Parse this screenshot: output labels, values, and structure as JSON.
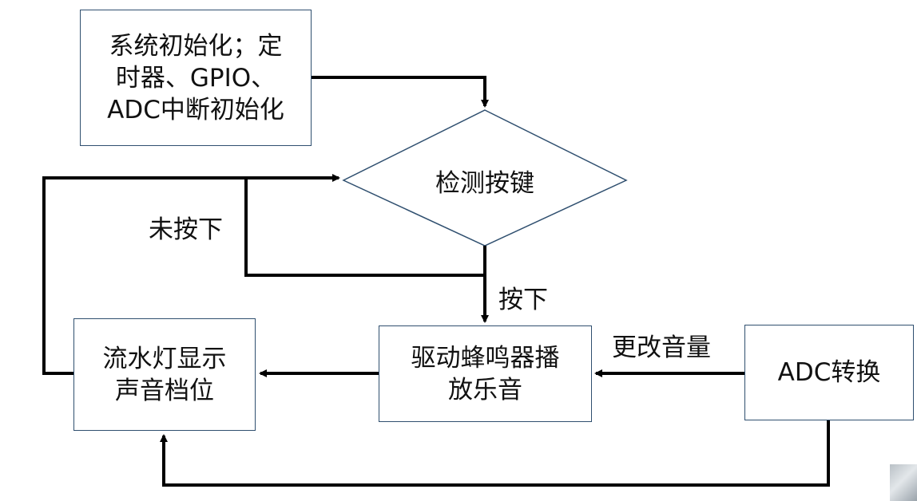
{
  "nodes": {
    "init": "系统初始化；定\n时器、GPIO、\nADC中断初始化",
    "check_key": "检测按键",
    "drive_buzzer": "驱动蜂鸣器播\n放乐音",
    "led_display": "流水灯显示\n声音档位",
    "adc_convert": "ADC转换"
  },
  "edge_labels": {
    "not_pressed": "未按下",
    "pressed": "按下",
    "change_volume": "更改音量"
  },
  "colors": {
    "arrow": "#000000",
    "box_border": "#2f4f6f",
    "text": "#111111"
  }
}
